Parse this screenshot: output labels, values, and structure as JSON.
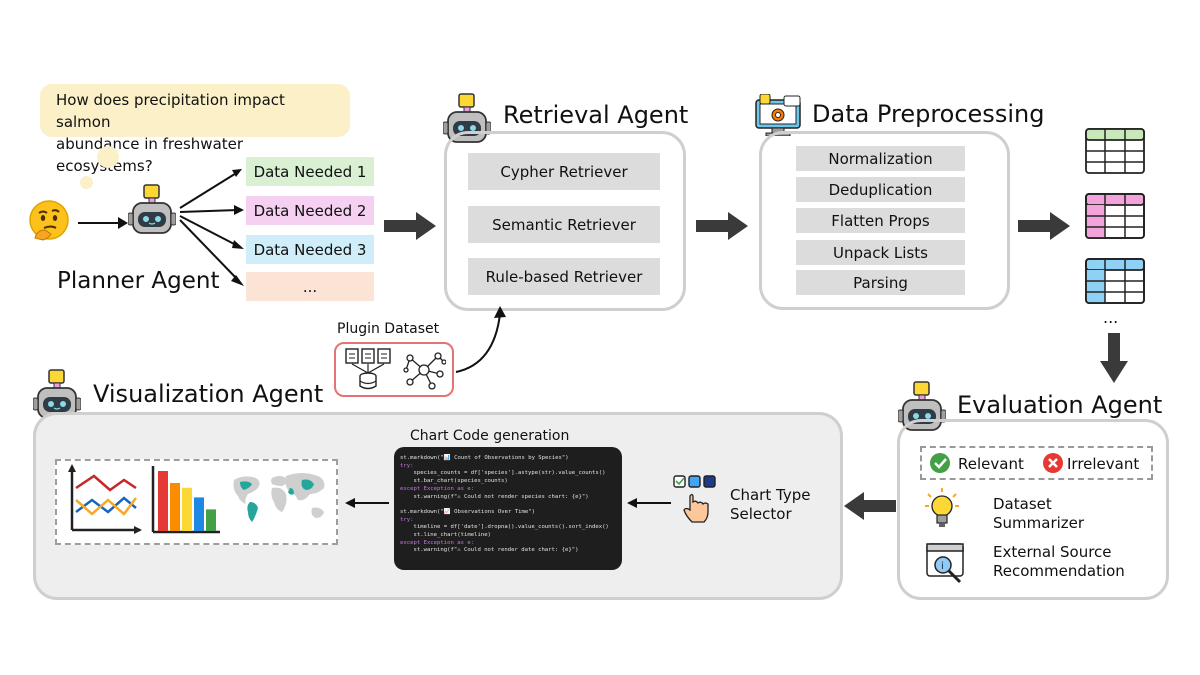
{
  "question": {
    "line1": "How does precipitation impact salmon",
    "line2": "abundance in freshwater ecosystems?"
  },
  "planner": {
    "title": "Planner Agent",
    "needs": [
      {
        "label": "Data Needed 1",
        "color": "#d9f0d3"
      },
      {
        "label": "Data Needed 2",
        "color": "#f5d0f0"
      },
      {
        "label": "Data Needed 3",
        "color": "#cfeefa"
      },
      {
        "label": "...",
        "color": "#fbe3d6"
      }
    ]
  },
  "retrieval": {
    "title": "Retrieval Agent",
    "items": [
      "Cypher Retriever",
      "Semantic Retriever",
      "Rule-based Retriever"
    ]
  },
  "plugin": {
    "label": "Plugin Dataset",
    "border_color": "#e57373"
  },
  "preprocessing": {
    "title": "Data Preprocessing",
    "items": [
      "Normalization",
      "Deduplication",
      "Flatten Props",
      "Unpack Lists",
      "Parsing"
    ]
  },
  "tables": {
    "colors": [
      "#c9e8b9",
      "#f3a3dc",
      "#8fd0f5"
    ],
    "ellipsis": "..."
  },
  "evaluation": {
    "title": "Evaluation Agent",
    "relevant": "Relevant",
    "irrelevant": "Irrelevant",
    "summarizer": [
      "Dataset",
      "Summarizer"
    ],
    "external": [
      "External Source",
      "Recommendation"
    ]
  },
  "visualization": {
    "title": "Visualization Agent",
    "chart_code_label": "Chart Code generation",
    "selector": [
      "Chart Type",
      "Selector"
    ],
    "code_lines": [
      "st.markdown(\"📊 Count of Observations by Species\")",
      "try:",
      "    species_counts = df['species'].astype(str).value_counts()",
      "    st.bar_chart(species_counts)",
      "except Exception as e:",
      "    st.warning(f\"⚠ Could not render species chart: {e}\")",
      "",
      "st.markdown(\"📈 Observations Over Time\")",
      "try:",
      "    timeline = df['date'].dropna().value_counts().sort_index()",
      "    st.line_chart(timeline)",
      "except Exception as e:",
      "    st.warning(f\"⚠ Could not render date chart: {e}\")"
    ],
    "bar_colors": [
      "#e53935",
      "#fb8c00",
      "#fdd835",
      "#1e88e5",
      "#43a047"
    ],
    "bar_values": [
      5,
      4,
      3.6,
      2.8,
      1.8
    ],
    "line_colors": [
      "#c62828",
      "#1565c0",
      "#f9a825"
    ]
  },
  "colors": {
    "panel_border": "#cfcfcf",
    "item_gray": "#dcdcdc",
    "question_bg": "#fbf0c8",
    "dark_arrow": "#3a3a3a",
    "viz_bg": "#eeeeee"
  }
}
